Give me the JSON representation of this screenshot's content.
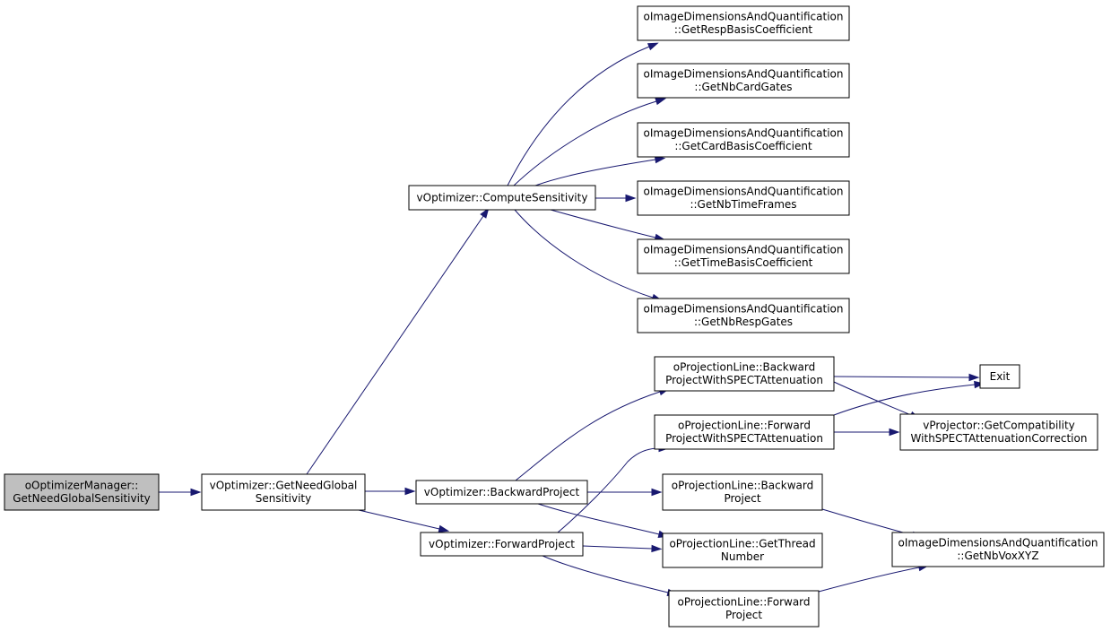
{
  "nodes": [
    {
      "id": "root",
      "lines": [
        "oOptimizerManager::",
        "GetNeedGlobalSensitivity"
      ]
    },
    {
      "id": "getneed",
      "lines": [
        "vOptimizer::GetNeedGlobal",
        "Sensitivity"
      ]
    },
    {
      "id": "compute",
      "lines": [
        "vOptimizer::ComputeSensitivity"
      ]
    },
    {
      "id": "backward",
      "lines": [
        "vOptimizer::BackwardProject"
      ]
    },
    {
      "id": "forward",
      "lines": [
        "vOptimizer::ForwardProject"
      ]
    },
    {
      "id": "respbasis",
      "lines": [
        "oImageDimensionsAndQuantification",
        "::GetRespBasisCoefficient"
      ]
    },
    {
      "id": "nbcard",
      "lines": [
        "oImageDimensionsAndQuantification",
        "::GetNbCardGates"
      ]
    },
    {
      "id": "cardbasis",
      "lines": [
        "oImageDimensionsAndQuantification",
        "::GetCardBasisCoefficient"
      ]
    },
    {
      "id": "nbtime",
      "lines": [
        "oImageDimensionsAndQuantification",
        "::GetNbTimeFrames"
      ]
    },
    {
      "id": "timebasis",
      "lines": [
        "oImageDimensionsAndQuantification",
        "::GetTimeBasisCoefficient"
      ]
    },
    {
      "id": "nbresp",
      "lines": [
        "oImageDimensionsAndQuantification",
        "::GetNbRespGates"
      ]
    },
    {
      "id": "bwspect",
      "lines": [
        "oProjectionLine::Backward",
        "ProjectWithSPECTAttenuation"
      ]
    },
    {
      "id": "fwspect",
      "lines": [
        "oProjectionLine::Forward",
        "ProjectWithSPECTAttenuation"
      ]
    },
    {
      "id": "bwproj",
      "lines": [
        "oProjectionLine::Backward",
        "Project"
      ]
    },
    {
      "id": "thread",
      "lines": [
        "oProjectionLine::GetThread",
        "Number"
      ]
    },
    {
      "id": "fwproj",
      "lines": [
        "oProjectionLine::Forward",
        "Project"
      ]
    },
    {
      "id": "exit",
      "lines": [
        "Exit"
      ]
    },
    {
      "id": "compat",
      "lines": [
        "vProjector::GetCompatibility",
        "WithSPECTAttenuationCorrection"
      ]
    },
    {
      "id": "nbvox",
      "lines": [
        "oImageDimensionsAndQuantification",
        "::GetNbVoxXYZ"
      ]
    }
  ],
  "edges": [
    {
      "from": "root",
      "to": "getneed"
    },
    {
      "from": "getneed",
      "to": "compute"
    },
    {
      "from": "getneed",
      "to": "backward"
    },
    {
      "from": "getneed",
      "to": "forward"
    },
    {
      "from": "compute",
      "to": "respbasis"
    },
    {
      "from": "compute",
      "to": "nbcard"
    },
    {
      "from": "compute",
      "to": "cardbasis"
    },
    {
      "from": "compute",
      "to": "nbtime"
    },
    {
      "from": "compute",
      "to": "timebasis"
    },
    {
      "from": "compute",
      "to": "nbresp"
    },
    {
      "from": "backward",
      "to": "bwspect"
    },
    {
      "from": "backward",
      "to": "bwproj"
    },
    {
      "from": "backward",
      "to": "thread"
    },
    {
      "from": "forward",
      "to": "fwspect"
    },
    {
      "from": "forward",
      "to": "thread"
    },
    {
      "from": "forward",
      "to": "fwproj"
    },
    {
      "from": "bwspect",
      "to": "exit"
    },
    {
      "from": "bwspect",
      "to": "compat"
    },
    {
      "from": "fwspect",
      "to": "exit"
    },
    {
      "from": "fwspect",
      "to": "compat"
    },
    {
      "from": "bwproj",
      "to": "nbvox"
    },
    {
      "from": "fwproj",
      "to": "nbvox"
    }
  ]
}
